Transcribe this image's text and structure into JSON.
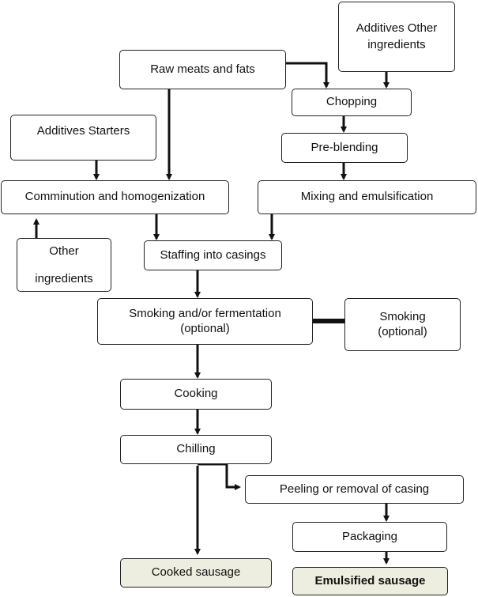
{
  "nodes": {
    "raw_meats": "Raw meats and fats",
    "additives_other": "Additives Other\ningredients",
    "chopping": "Chopping",
    "additives_starters": "Additives Starters",
    "pre_blending": "Pre-blending",
    "comminution": "Comminution and homogenization",
    "mixing": "Mixing and emulsification",
    "other_ingredients": "Other\n\ningredients",
    "staffing": "Staffing into casings",
    "smoking_fermentation": "Smoking and/or fermentation\n(optional)",
    "smoking_optional": "Smoking\n(optional)",
    "cooking": "Cooking",
    "chilling": "Chilling",
    "peeling": "Peeling or removal of casing",
    "packaging": "Packaging",
    "cooked_sausage": "Cooked sausage",
    "emulsified_sausage": "Emulsified sausage"
  },
  "colors": {
    "line": "#111111",
    "output_fill": "#eeeee0"
  }
}
